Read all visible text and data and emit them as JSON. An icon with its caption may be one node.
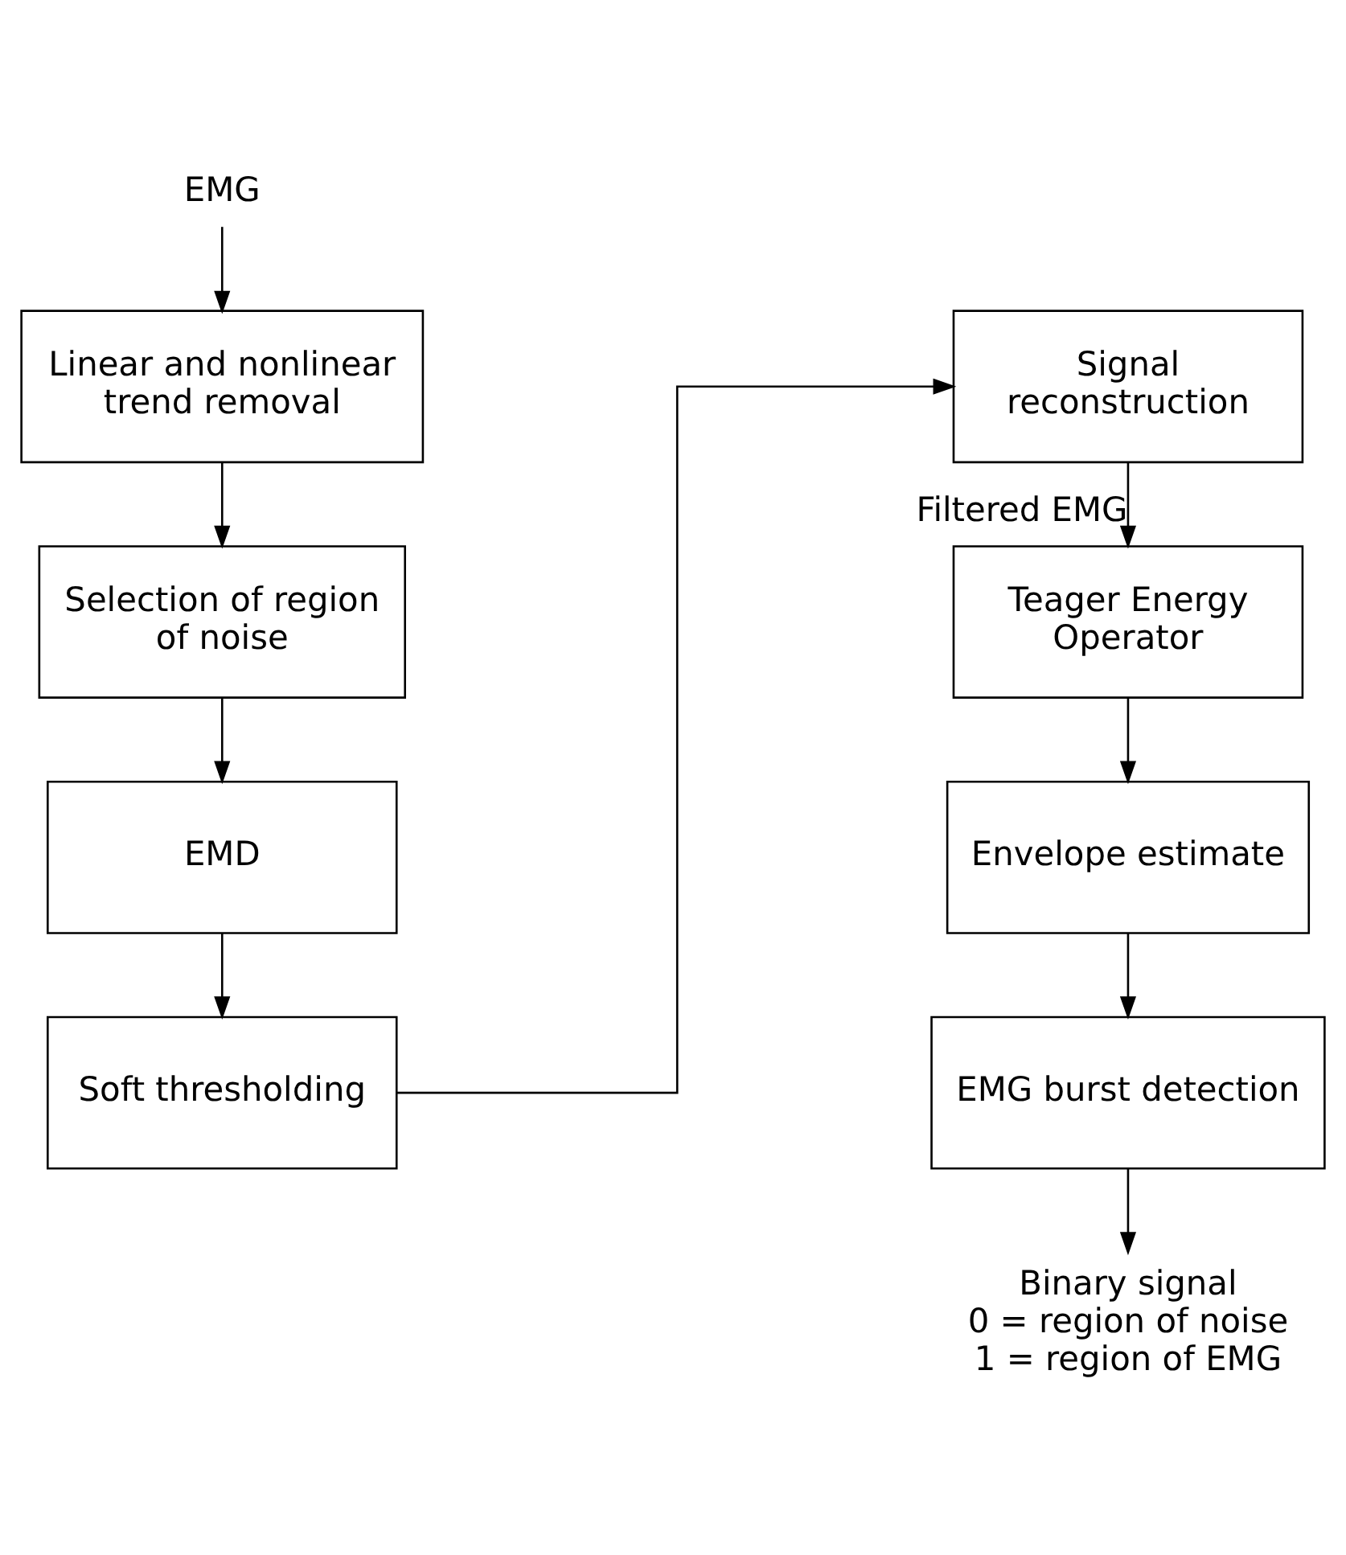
{
  "diagram": {
    "nodes": [
      {
        "text": [
          "EMG"
        ]
      },
      {
        "text": [
          "Linear and nonlinear trend removal"
        ]
      },
      {
        "text": [
          "Selection of region of noise"
        ]
      },
      {
        "text": [
          "EMD"
        ]
      },
      {
        "text": [
          "Soft thresholding"
        ]
      },
      {
        "text": [
          "Signal reconstruction"
        ]
      },
      {
        "text": [
          "Teager Energy Operator"
        ]
      },
      {
        "text": [
          "Envelope estimate"
        ]
      },
      {
        "text": [
          "EMG burst detection"
        ]
      },
      {
        "text": [
          "Binary signal",
          "0 = region of noise",
          "1 = region of EMG"
        ]
      }
    ],
    "edges": [
      {
        "from": 0,
        "to": 1,
        "arrow": "to"
      },
      {
        "from": 1,
        "to": 2,
        "arrow": "to"
      },
      {
        "from": 2,
        "to": 3,
        "arrow": "to"
      },
      {
        "from": 3,
        "to": 4,
        "arrow": "to"
      },
      {
        "from": 4,
        "to": 5,
        "arrow": "to"
      },
      {
        "from": 5,
        "to": 6,
        "arrow": "to",
        "label": "Filtered EMG"
      },
      {
        "from": 6,
        "to": 7,
        "arrow": "to"
      },
      {
        "from": 7,
        "to": 8,
        "arrow": "to"
      },
      {
        "from": 8,
        "to": 9,
        "arrow": "to"
      }
    ]
  }
}
